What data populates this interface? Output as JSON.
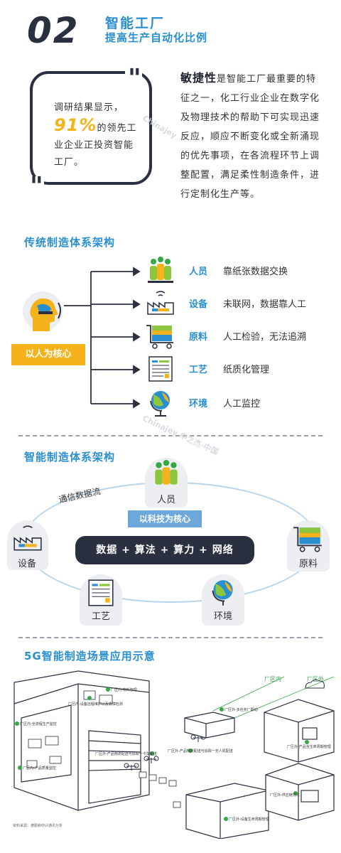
{
  "header": {
    "number": "02",
    "title": "智能工厂",
    "subtitle": "提高生产自动化比例"
  },
  "quote": {
    "line1": "调研结果显示，",
    "pct": "91%",
    "line2": "的领先工",
    "line3": "业企业正投资智能",
    "line4": "工厂。",
    "watermark": "Chinajey"
  },
  "agility": {
    "keyword": "敏捷性",
    "text": "是智能工厂最重要的特征之一，化工行业企业在数字化及物理技术的帮助下可实现迅速反应，顺应不断变化或全新涌现的优先事项，在各流程环节上调整配置，满足柔性制造条件，进行定制化生产等。"
  },
  "traditional": {
    "title": "传统制造体系架构",
    "core": "以人为核心",
    "rows": [
      {
        "name": "人员",
        "desc": "靠纸张数据交换",
        "icon": "people-icon"
      },
      {
        "name": "设备",
        "desc": "未联网，数据靠人工",
        "icon": "factory-icon"
      },
      {
        "name": "原料",
        "desc": "人工检验，无法追溯",
        "icon": "cart-icon"
      },
      {
        "name": "工艺",
        "desc": "纸质化管理",
        "icon": "document-icon"
      },
      {
        "name": "环境",
        "desc": "人工监控",
        "icon": "globe-icon"
      }
    ]
  },
  "smart": {
    "title": "智能制造体系架构",
    "flow": "通信数据流",
    "core": "以科技为核心",
    "formula": "数据 + 算法 + 算力 + 网络",
    "nodes": {
      "people": "人员",
      "equipment": "设备",
      "material": "原料",
      "process": "工艺",
      "environment": "环境"
    },
    "watermark": "Chinajey 中之杰·中国"
  },
  "fiveg": {
    "title": "5G智能制造场景应用示意",
    "inside": "厂区内",
    "outside": "厂区外",
    "labels": [
      "厂区内-设备远程维护以及故障检测",
      "厂区内-全流程生产监控",
      "厂区内-产品质量监控",
      "厂区内-物料管理",
      "厂区外-多任务厂联动",
      "厂区外-产品物流配送与追踪一卡车配送",
      "厂区外-产品物流配送与追踪一无人机配送",
      "厂区外-产品全生命周期管理",
      "厂区外-供应链优化",
      "厂区外-设备生命周期管理"
    ],
    "source": "资料来源：德勤和中兴通讯分析"
  },
  "colors": {
    "accent": "#2a8fd0",
    "dark": "#2b3041",
    "yellow": "#f6b21a",
    "green": "#35a843"
  }
}
